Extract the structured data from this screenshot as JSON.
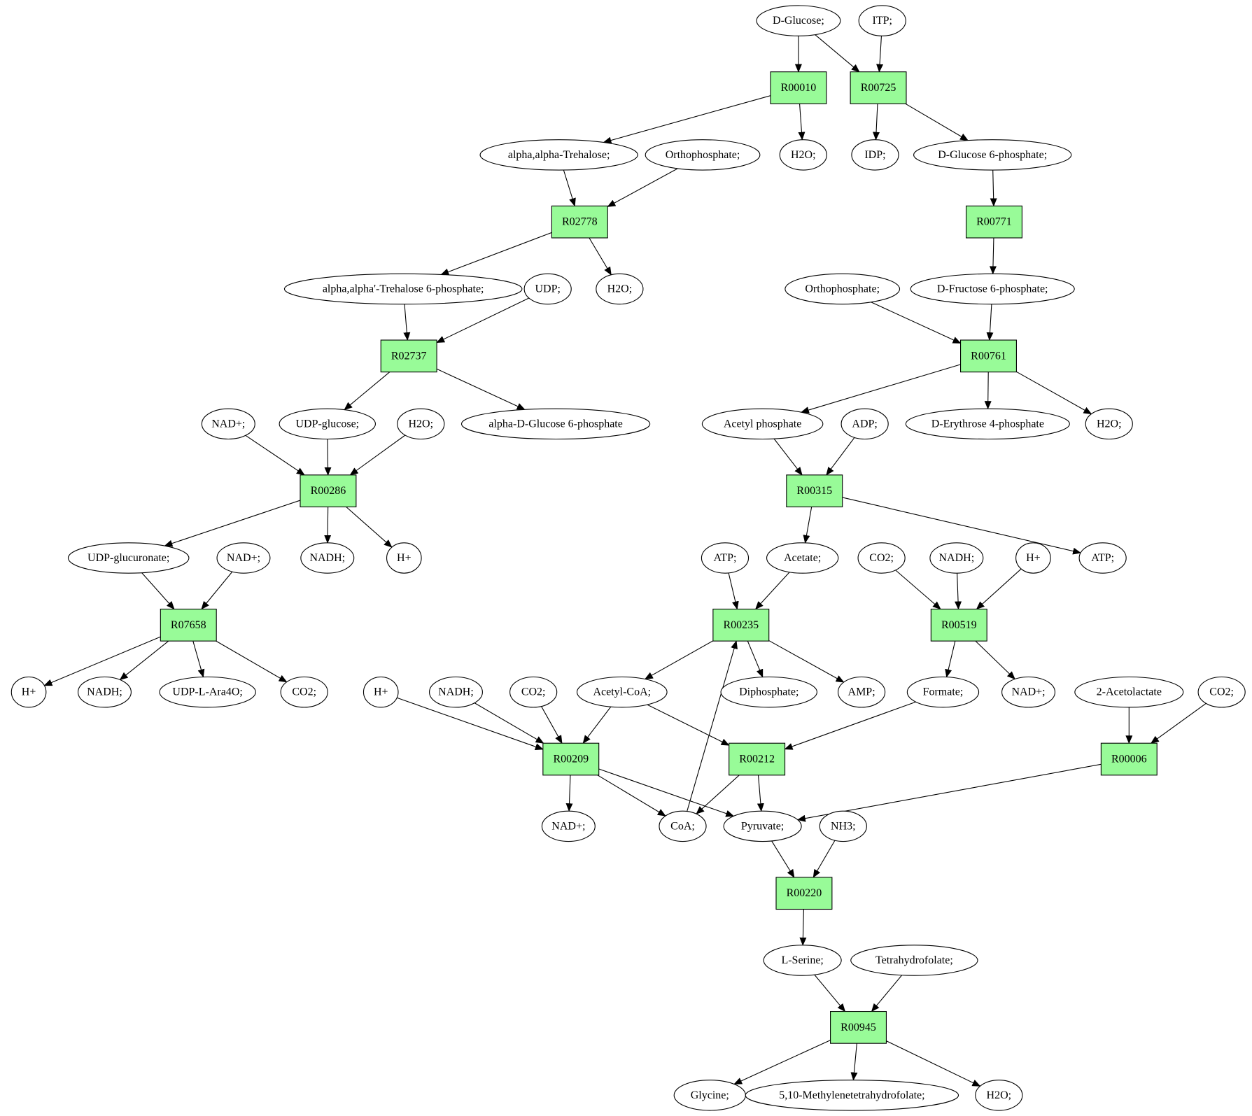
{
  "colors": {
    "reaction_fill": "#98fb98",
    "highlight_reaction_fill": "#add8e6",
    "source_fill": "#00ee00",
    "target_fill": "#ffff00",
    "compound_fill": "#ffffff",
    "stroke": "#000000"
  },
  "nodes": [
    {
      "id": "glucose",
      "kind": "compound",
      "label": "D-Glucose;",
      "fill": "#00ee00"
    },
    {
      "id": "itp",
      "kind": "compound",
      "label": "ITP;"
    },
    {
      "id": "R00010",
      "kind": "reaction",
      "label": "R00010"
    },
    {
      "id": "R00725",
      "kind": "reaction",
      "label": "R00725"
    },
    {
      "id": "trehalose",
      "kind": "compound",
      "label": "alpha,alpha-Trehalose;"
    },
    {
      "id": "orthophos1",
      "kind": "compound",
      "label": "Orthophosphate;"
    },
    {
      "id": "h2o_1",
      "kind": "compound",
      "label": "H2O;"
    },
    {
      "id": "idp",
      "kind": "compound",
      "label": "IDP;"
    },
    {
      "id": "g6p",
      "kind": "compound",
      "label": "D-Glucose 6-phosphate;"
    },
    {
      "id": "R02778",
      "kind": "reaction",
      "label": "R02778"
    },
    {
      "id": "R00771",
      "kind": "reaction",
      "label": "R00771"
    },
    {
      "id": "tre6p",
      "kind": "compound",
      "label": "alpha,alpha'-Trehalose 6-phosphate;"
    },
    {
      "id": "udp",
      "kind": "compound",
      "label": "UDP;"
    },
    {
      "id": "h2o_2",
      "kind": "compound",
      "label": "H2O;"
    },
    {
      "id": "orthophos2",
      "kind": "compound",
      "label": "Orthophosphate;"
    },
    {
      "id": "f6p",
      "kind": "compound",
      "label": "D-Fructose 6-phosphate;"
    },
    {
      "id": "R02737",
      "kind": "reaction",
      "label": "R02737"
    },
    {
      "id": "R00761",
      "kind": "reaction",
      "label": "R00761"
    },
    {
      "id": "nad_1",
      "kind": "compound",
      "label": "NAD+;"
    },
    {
      "id": "udpglc",
      "kind": "compound",
      "label": "UDP-glucose;"
    },
    {
      "id": "h2o_3",
      "kind": "compound",
      "label": "H2O;"
    },
    {
      "id": "adg6p",
      "kind": "compound",
      "label": "alpha-D-Glucose 6-phosphate"
    },
    {
      "id": "acetylp",
      "kind": "compound",
      "label": "Acetyl phosphate"
    },
    {
      "id": "adp",
      "kind": "compound",
      "label": "ADP;"
    },
    {
      "id": "e4p",
      "kind": "compound",
      "label": "D-Erythrose 4-phosphate"
    },
    {
      "id": "h2o_4",
      "kind": "compound",
      "label": "H2O;"
    },
    {
      "id": "R00286",
      "kind": "reaction",
      "label": "R00286"
    },
    {
      "id": "R00315",
      "kind": "reaction",
      "label": "R00315"
    },
    {
      "id": "udpglcA",
      "kind": "compound",
      "label": "UDP-glucuronate;"
    },
    {
      "id": "nad_2",
      "kind": "compound",
      "label": "NAD+;"
    },
    {
      "id": "nadh_1",
      "kind": "compound",
      "label": "NADH;"
    },
    {
      "id": "hplus_1",
      "kind": "compound",
      "label": "H+"
    },
    {
      "id": "atp_1",
      "kind": "compound",
      "label": "ATP;"
    },
    {
      "id": "acetate",
      "kind": "compound",
      "label": "Acetate;"
    },
    {
      "id": "co2_1",
      "kind": "compound",
      "label": "CO2;"
    },
    {
      "id": "nadh_2",
      "kind": "compound",
      "label": "NADH;"
    },
    {
      "id": "hplus_2",
      "kind": "compound",
      "label": "H+"
    },
    {
      "id": "atp_2",
      "kind": "compound",
      "label": "ATP;"
    },
    {
      "id": "R07658",
      "kind": "reaction",
      "label": "R07658"
    },
    {
      "id": "R00235",
      "kind": "reaction",
      "label": "R00235"
    },
    {
      "id": "R00519",
      "kind": "reaction",
      "label": "R00519"
    },
    {
      "id": "hplus_3",
      "kind": "compound",
      "label": "H+"
    },
    {
      "id": "nadh_3",
      "kind": "compound",
      "label": "NADH;"
    },
    {
      "id": "udpara",
      "kind": "compound",
      "label": "UDP-L-Ara4O;"
    },
    {
      "id": "co2_2",
      "kind": "compound",
      "label": "CO2;"
    },
    {
      "id": "hplus_4",
      "kind": "compound",
      "label": "H+"
    },
    {
      "id": "nadh_4",
      "kind": "compound",
      "label": "NADH;"
    },
    {
      "id": "co2_3",
      "kind": "compound",
      "label": "CO2;"
    },
    {
      "id": "acetylcoa",
      "kind": "compound",
      "label": "Acetyl-CoA;"
    },
    {
      "id": "diphos",
      "kind": "compound",
      "label": "Diphosphate;"
    },
    {
      "id": "amp",
      "kind": "compound",
      "label": "AMP;"
    },
    {
      "id": "formate",
      "kind": "compound",
      "label": "Formate;"
    },
    {
      "id": "nad_3",
      "kind": "compound",
      "label": "NAD+;"
    },
    {
      "id": "acetolactate",
      "kind": "compound",
      "label": "2-Acetolactate"
    },
    {
      "id": "co2_4",
      "kind": "compound",
      "label": "CO2;"
    },
    {
      "id": "R00209",
      "kind": "reaction",
      "label": "R00209"
    },
    {
      "id": "R00212",
      "kind": "reaction",
      "label": "R00212",
      "fill": "#add8e6"
    },
    {
      "id": "R00006",
      "kind": "reaction",
      "label": "R00006"
    },
    {
      "id": "nad_4",
      "kind": "compound",
      "label": "NAD+;"
    },
    {
      "id": "coa",
      "kind": "compound",
      "label": "CoA;"
    },
    {
      "id": "pyruvate",
      "kind": "compound",
      "label": "Pyruvate;"
    },
    {
      "id": "nh3",
      "kind": "compound",
      "label": "NH3;"
    },
    {
      "id": "R00220",
      "kind": "reaction",
      "label": "R00220"
    },
    {
      "id": "serine",
      "kind": "compound",
      "label": "L-Serine;"
    },
    {
      "id": "thf",
      "kind": "compound",
      "label": "Tetrahydrofolate;"
    },
    {
      "id": "R00945",
      "kind": "reaction",
      "label": "R00945"
    },
    {
      "id": "glycine",
      "kind": "compound",
      "label": "Glycine;",
      "fill": "#ffff00"
    },
    {
      "id": "methylthf",
      "kind": "compound",
      "label": "5,10-Methylenetetrahydrofolate;"
    },
    {
      "id": "h2o_5",
      "kind": "compound",
      "label": "H2O;"
    }
  ],
  "edges": [
    [
      "glucose",
      "R00010"
    ],
    [
      "glucose",
      "R00725"
    ],
    [
      "itp",
      "R00725"
    ],
    [
      "R00010",
      "trehalose"
    ],
    [
      "R00010",
      "h2o_1"
    ],
    [
      "R00725",
      "idp"
    ],
    [
      "R00725",
      "g6p"
    ],
    [
      "trehalose",
      "R02778"
    ],
    [
      "orthophos1",
      "R02778"
    ],
    [
      "g6p",
      "R00771"
    ],
    [
      "R02778",
      "tre6p"
    ],
    [
      "R02778",
      "h2o_2"
    ],
    [
      "R00771",
      "f6p"
    ],
    [
      "tre6p",
      "R02737"
    ],
    [
      "udp",
      "R02737"
    ],
    [
      "orthophos2",
      "R00761"
    ],
    [
      "f6p",
      "R00761"
    ],
    [
      "R02737",
      "udpglc"
    ],
    [
      "R02737",
      "adg6p"
    ],
    [
      "R00761",
      "acetylp"
    ],
    [
      "R00761",
      "e4p"
    ],
    [
      "R00761",
      "h2o_4"
    ],
    [
      "nad_1",
      "R00286"
    ],
    [
      "udpglc",
      "R00286"
    ],
    [
      "h2o_3",
      "R00286"
    ],
    [
      "acetylp",
      "R00315"
    ],
    [
      "adp",
      "R00315"
    ],
    [
      "R00286",
      "udpglcA"
    ],
    [
      "R00286",
      "nadh_1"
    ],
    [
      "R00286",
      "hplus_1"
    ],
    [
      "R00315",
      "acetate"
    ],
    [
      "R00315",
      "atp_2"
    ],
    [
      "udpglcA",
      "R07658"
    ],
    [
      "nad_2",
      "R07658"
    ],
    [
      "atp_1",
      "R00235"
    ],
    [
      "acetate",
      "R00235"
    ],
    [
      "co2_1",
      "R00519"
    ],
    [
      "nadh_2",
      "R00519"
    ],
    [
      "hplus_2",
      "R00519"
    ],
    [
      "R07658",
      "hplus_3"
    ],
    [
      "R07658",
      "nadh_3"
    ],
    [
      "R07658",
      "udpara"
    ],
    [
      "R07658",
      "co2_2"
    ],
    [
      "R00235",
      "acetylcoa"
    ],
    [
      "R00235",
      "diphos"
    ],
    [
      "R00235",
      "amp"
    ],
    [
      "R00519",
      "formate"
    ],
    [
      "R00519",
      "nad_3"
    ],
    [
      "hplus_4",
      "R00209"
    ],
    [
      "nadh_4",
      "R00209"
    ],
    [
      "co2_3",
      "R00209"
    ],
    [
      "acetylcoa",
      "R00209"
    ],
    [
      "acetylcoa",
      "R00212"
    ],
    [
      "formate",
      "R00212"
    ],
    [
      "acetolactate",
      "R00006"
    ],
    [
      "co2_4",
      "R00006"
    ],
    [
      "R00209",
      "nad_4"
    ],
    [
      "R00209",
      "coa"
    ],
    [
      "R00209",
      "pyruvate"
    ],
    [
      "R00212",
      "coa"
    ],
    [
      "R00212",
      "pyruvate"
    ],
    [
      "R00006",
      "pyruvate"
    ],
    [
      "coa",
      "R00235"
    ],
    [
      "pyruvate",
      "R00220"
    ],
    [
      "nh3",
      "R00220"
    ],
    [
      "R00220",
      "serine"
    ],
    [
      "serine",
      "R00945"
    ],
    [
      "thf",
      "R00945"
    ],
    [
      "R00945",
      "glycine"
    ],
    [
      "R00945",
      "methylthf"
    ],
    [
      "R00945",
      "h2o_5"
    ]
  ]
}
